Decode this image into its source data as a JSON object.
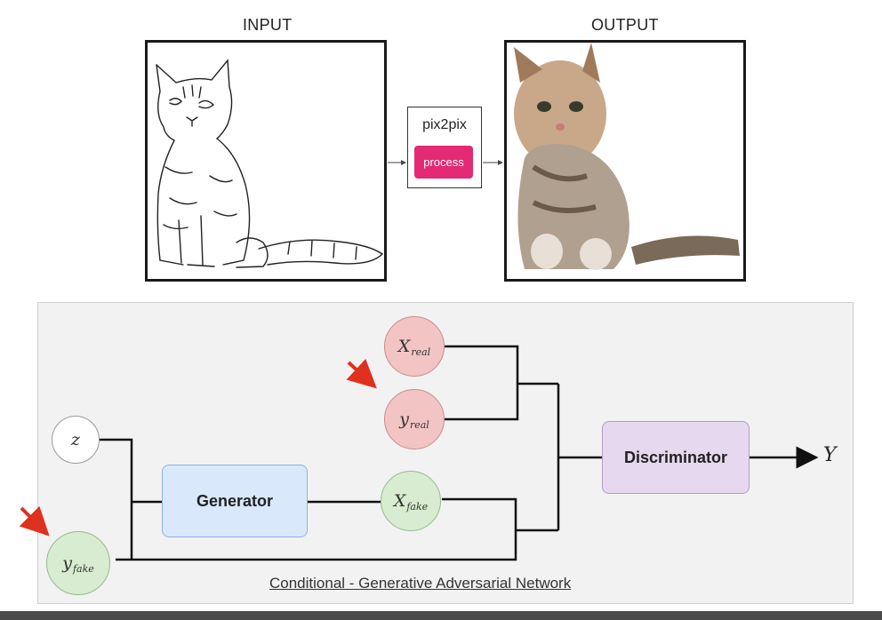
{
  "top": {
    "input_label": "INPUT",
    "output_label": "OUTPUT",
    "pix2pix": {
      "title": "pix2pix",
      "button_label": "process"
    }
  },
  "diagram": {
    "nodes": {
      "x_real": {
        "main": "X",
        "sub": "real"
      },
      "y_real": {
        "main": "y",
        "sub": "real"
      },
      "z": {
        "main": "z"
      },
      "x_fake": {
        "main": "X",
        "sub": "fake"
      },
      "y_fake": {
        "main": "y",
        "sub": "fake"
      }
    },
    "generator_label": "Generator",
    "discriminator_label": "Discriminator",
    "output_label": "Y",
    "caption": "Conditional - Generative Adversarial Network",
    "colors": {
      "real_node": "#f3c4c4",
      "fake_node": "#d7ecd0",
      "generator": "#d9e8fb",
      "discriminator": "#e6d9ef",
      "arrow": "#e0301e",
      "process_button": "#e42a75"
    }
  }
}
